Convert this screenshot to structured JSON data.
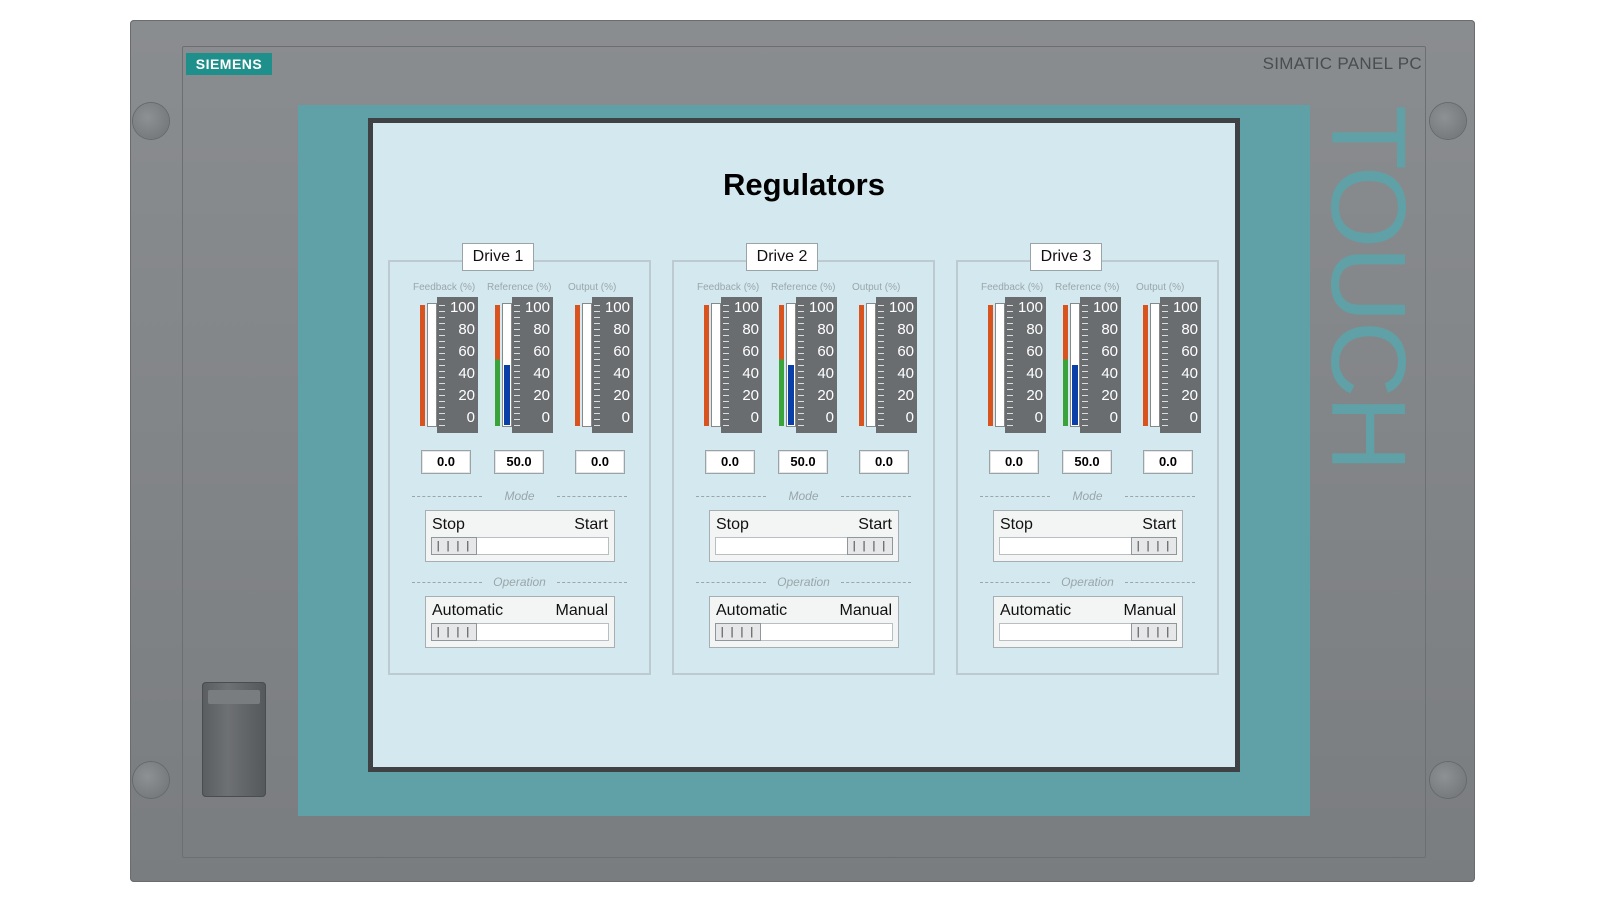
{
  "brand": "SIEMENS",
  "model": "SIMATIC PANEL PC",
  "touch_label": "TOUCH",
  "screen": {
    "title": "Regulators",
    "drives": [
      {
        "label": "Drive 1",
        "gauges": [
          {
            "label": "Feedback (%)",
            "value": "0.0",
            "level": 0.0
          },
          {
            "label": "Reference (%)",
            "value": "50.0",
            "level": 0.5
          },
          {
            "label": "Output (%)",
            "value": "0.0",
            "level": 0.0
          }
        ],
        "mode": {
          "section": "Mode",
          "left": "Stop",
          "right": "Start",
          "state": "left"
        },
        "operation": {
          "section": "Operation",
          "left": "Automatic",
          "right": "Manual",
          "state": "left"
        }
      },
      {
        "label": "Drive 2",
        "gauges": [
          {
            "label": "Feedback (%)",
            "value": "0.0",
            "level": 0.0
          },
          {
            "label": "Reference (%)",
            "value": "50.0",
            "level": 0.5
          },
          {
            "label": "Output (%)",
            "value": "0.0",
            "level": 0.0
          }
        ],
        "mode": {
          "section": "Mode",
          "left": "Stop",
          "right": "Start",
          "state": "right"
        },
        "operation": {
          "section": "Operation",
          "left": "Automatic",
          "right": "Manual",
          "state": "left"
        }
      },
      {
        "label": "Drive 3",
        "gauges": [
          {
            "label": "Feedback (%)",
            "value": "0.0",
            "level": 0.0
          },
          {
            "label": "Reference (%)",
            "value": "50.0",
            "level": 0.5
          },
          {
            "label": "Output (%)",
            "value": "0.0",
            "level": 0.0
          }
        ],
        "mode": {
          "section": "Mode",
          "left": "Stop",
          "right": "Start",
          "state": "right"
        },
        "operation": {
          "section": "Operation",
          "left": "Automatic",
          "right": "Manual",
          "state": "right"
        }
      }
    ],
    "scale_ticks": [
      "100",
      "80",
      "60",
      "40",
      "20",
      "0"
    ]
  },
  "colors": {
    "teal_frame": "#5fa1a6",
    "screen_bg": "#d4e9ef",
    "bezel": "#808386",
    "fill_blue": "#0b3fa8",
    "feedback_bar": "#d9531e",
    "reference_bar": "#3aa43a"
  }
}
